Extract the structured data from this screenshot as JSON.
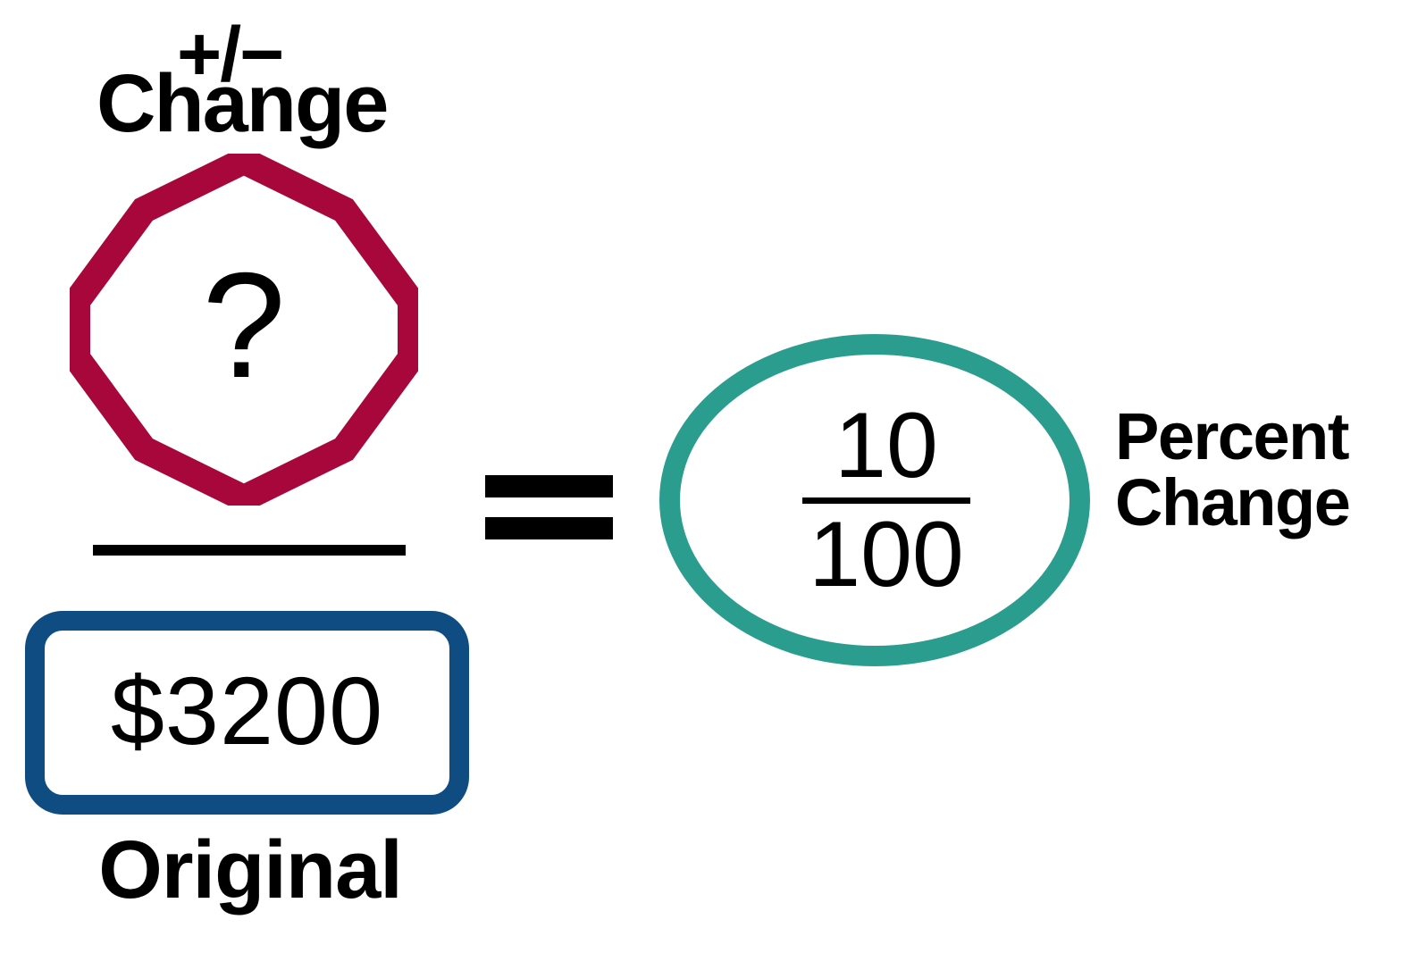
{
  "formula": {
    "numerator": {
      "superscript": "+/−",
      "label": "Change",
      "placeholder_symbol": "?",
      "shape": "octagon",
      "shape_color": "#A8073C"
    },
    "denominator": {
      "value": "$3200",
      "label": "Original",
      "box_color": "#0F4C81"
    },
    "operator": "=",
    "result": {
      "numerator": "10",
      "denominator": "100",
      "shape": "ellipse",
      "shape_color": "#2A9D8F",
      "label_line1": "Percent",
      "label_line2": "Change"
    }
  },
  "icons": {
    "question": "?",
    "fraction_bar": "horizontal-rule",
    "equals_bar": "equals-bar"
  },
  "palette": {
    "crimson": "#A8073C",
    "teal": "#2A9D8F",
    "navy": "#0F4C81",
    "black": "#000000",
    "background": "#FFFFFF"
  }
}
